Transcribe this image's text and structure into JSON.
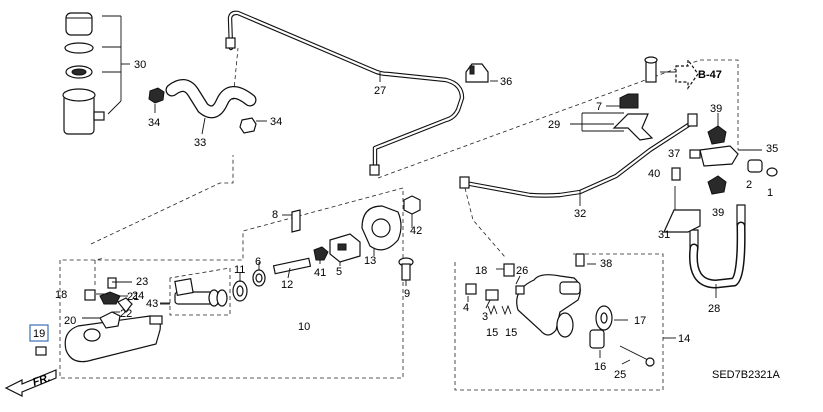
{
  "diagram": {
    "code": "SED7B2321A",
    "front_label": "FR.",
    "ref_label": "B-47",
    "highlighted_callout": "19",
    "callouts": [
      "1",
      "2",
      "3",
      "4",
      "5",
      "6",
      "7",
      "8",
      "9",
      "10",
      "11",
      "12",
      "13",
      "14",
      "15",
      "16",
      "17",
      "18",
      "19",
      "20",
      "21",
      "22",
      "23",
      "24",
      "25",
      "26",
      "27",
      "28",
      "29",
      "30",
      "31",
      "32",
      "33",
      "34",
      "35",
      "36",
      "37",
      "38",
      "39",
      "40",
      "41",
      "42",
      "43"
    ]
  }
}
